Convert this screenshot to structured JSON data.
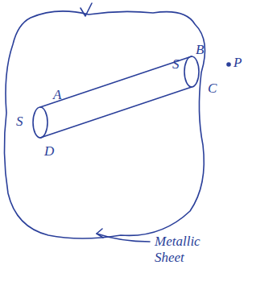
{
  "diagram": {
    "labels": [
      "A",
      "S",
      "D",
      "B",
      "S",
      "P",
      "C",
      "Metallic Sheet"
    ]
  }
}
